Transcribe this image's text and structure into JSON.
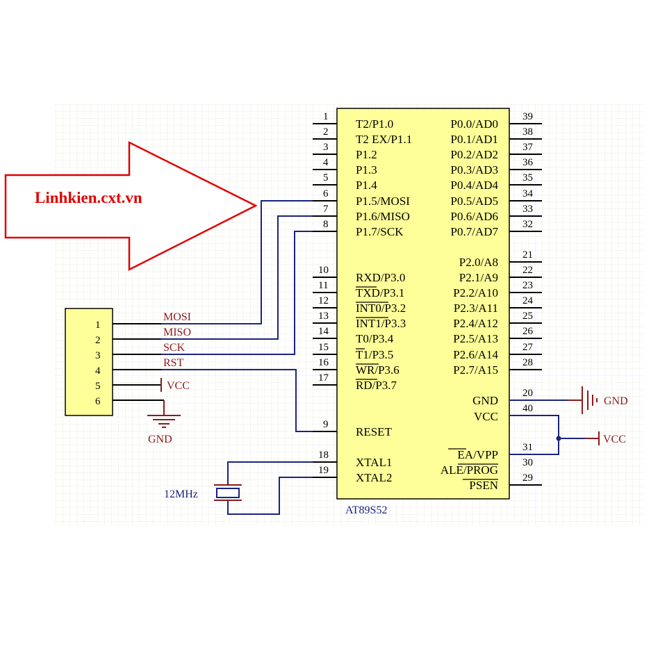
{
  "watermark": "Linhkien.cxt.vn",
  "chip": {
    "name": "AT89S52",
    "left_pins": [
      {
        "num": "1",
        "label": "T2/P1.0"
      },
      {
        "num": "2",
        "label": "T2 EX/P1.1"
      },
      {
        "num": "3",
        "label": "P1.2"
      },
      {
        "num": "4",
        "label": "P1.3"
      },
      {
        "num": "5",
        "label": "P1.4"
      },
      {
        "num": "6",
        "label": "P1.5/MOSI"
      },
      {
        "num": "7",
        "label": "P1.6/MISO"
      },
      {
        "num": "8",
        "label": "P1.7/SCK"
      },
      {
        "num": "10",
        "label": "RXD/P3.0"
      },
      {
        "num": "11",
        "label": "TXD/P3.1"
      },
      {
        "num": "12",
        "label": "INT0/P3.2"
      },
      {
        "num": "13",
        "label": "INT1/P3.3"
      },
      {
        "num": "14",
        "label": "T0/P3.4"
      },
      {
        "num": "15",
        "label": "T1/P3.5"
      },
      {
        "num": "16",
        "label": "WR/P3.6"
      },
      {
        "num": "17",
        "label": "RD/P3.7"
      },
      {
        "num": "9",
        "label": "RESET"
      },
      {
        "num": "18",
        "label": "XTAL1"
      },
      {
        "num": "19",
        "label": "XTAL2"
      }
    ],
    "right_pins": [
      {
        "num": "39",
        "label": "P0.0/AD0"
      },
      {
        "num": "38",
        "label": "P0.1/AD1"
      },
      {
        "num": "37",
        "label": "P0.2/AD2"
      },
      {
        "num": "36",
        "label": "P0.3/AD3"
      },
      {
        "num": "35",
        "label": "P0.4/AD4"
      },
      {
        "num": "34",
        "label": "P0.5/AD5"
      },
      {
        "num": "33",
        "label": "P0.6/AD6"
      },
      {
        "num": "32",
        "label": "P0.7/AD7"
      },
      {
        "num": "21",
        "label": "P2.0/A8"
      },
      {
        "num": "22",
        "label": "P2.1/A9"
      },
      {
        "num": "23",
        "label": "P2.2/A10"
      },
      {
        "num": "24",
        "label": "P2.3/A11"
      },
      {
        "num": "25",
        "label": "P2.4/A12"
      },
      {
        "num": "26",
        "label": "P2.5/A13"
      },
      {
        "num": "27",
        "label": "P2.6/A14"
      },
      {
        "num": "28",
        "label": "P2.7/A15"
      },
      {
        "num": "20",
        "label": "GND"
      },
      {
        "num": "40",
        "label": "VCC"
      },
      {
        "num": "31",
        "label": "EA/VPP"
      },
      {
        "num": "30",
        "label": "ALE/PROG"
      },
      {
        "num": "29",
        "label": "PSEN"
      }
    ]
  },
  "connector": {
    "pins": [
      "1",
      "2",
      "3",
      "4",
      "5",
      "6"
    ],
    "nets": [
      "MOSI",
      "MISO",
      "SCK",
      "RST"
    ]
  },
  "power": {
    "vcc_header": "VCC",
    "gnd_header": "GND",
    "gnd_chip": "GND",
    "vcc_chip": "VCC"
  },
  "crystal": {
    "label": "12MHz"
  }
}
